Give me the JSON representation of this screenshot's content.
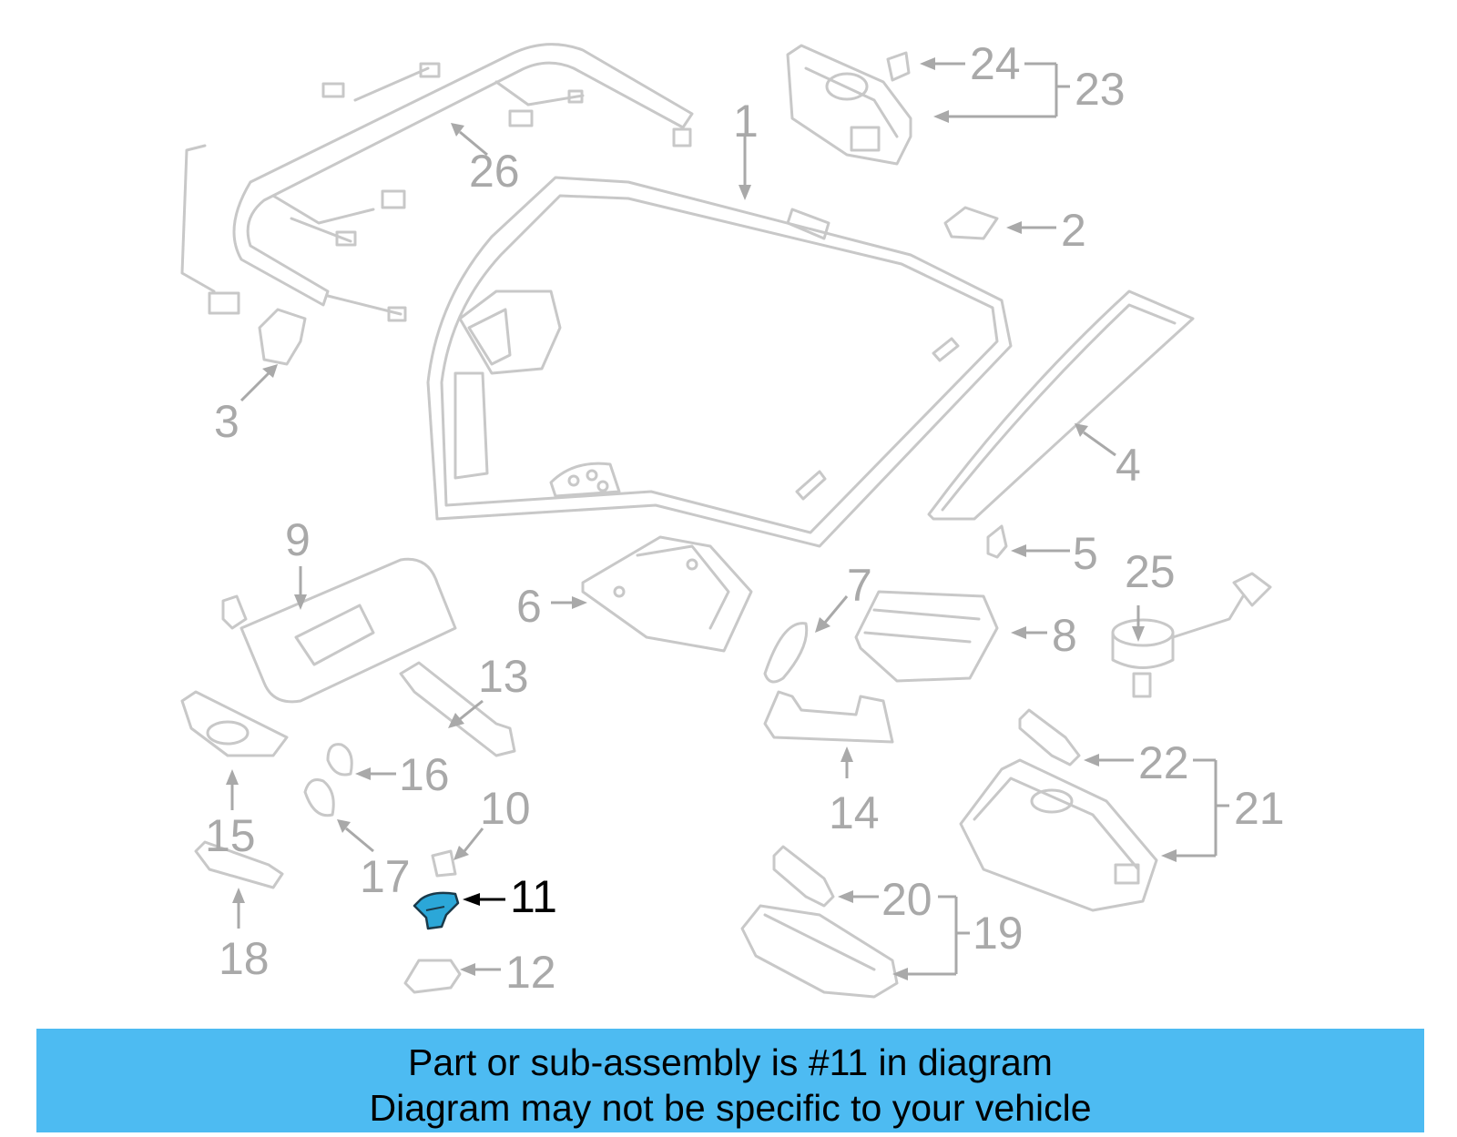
{
  "diagram": {
    "callouts": [
      "1",
      "2",
      "3",
      "4",
      "5",
      "6",
      "7",
      "8",
      "9",
      "10",
      "11",
      "12",
      "13",
      "14",
      "15",
      "16",
      "17",
      "18",
      "19",
      "20",
      "21",
      "22",
      "23",
      "24",
      "25",
      "26"
    ],
    "highlighted_part": "11",
    "highlight_color": "#2ba7d8",
    "part_stroke_color": "#c8c8c8",
    "label_color": "#a9a9a9"
  },
  "banner": {
    "line1": "Part or sub-assembly is #11 in diagram",
    "line2": "Diagram may not be specific to your vehicle",
    "background": "#4dbbf2"
  }
}
